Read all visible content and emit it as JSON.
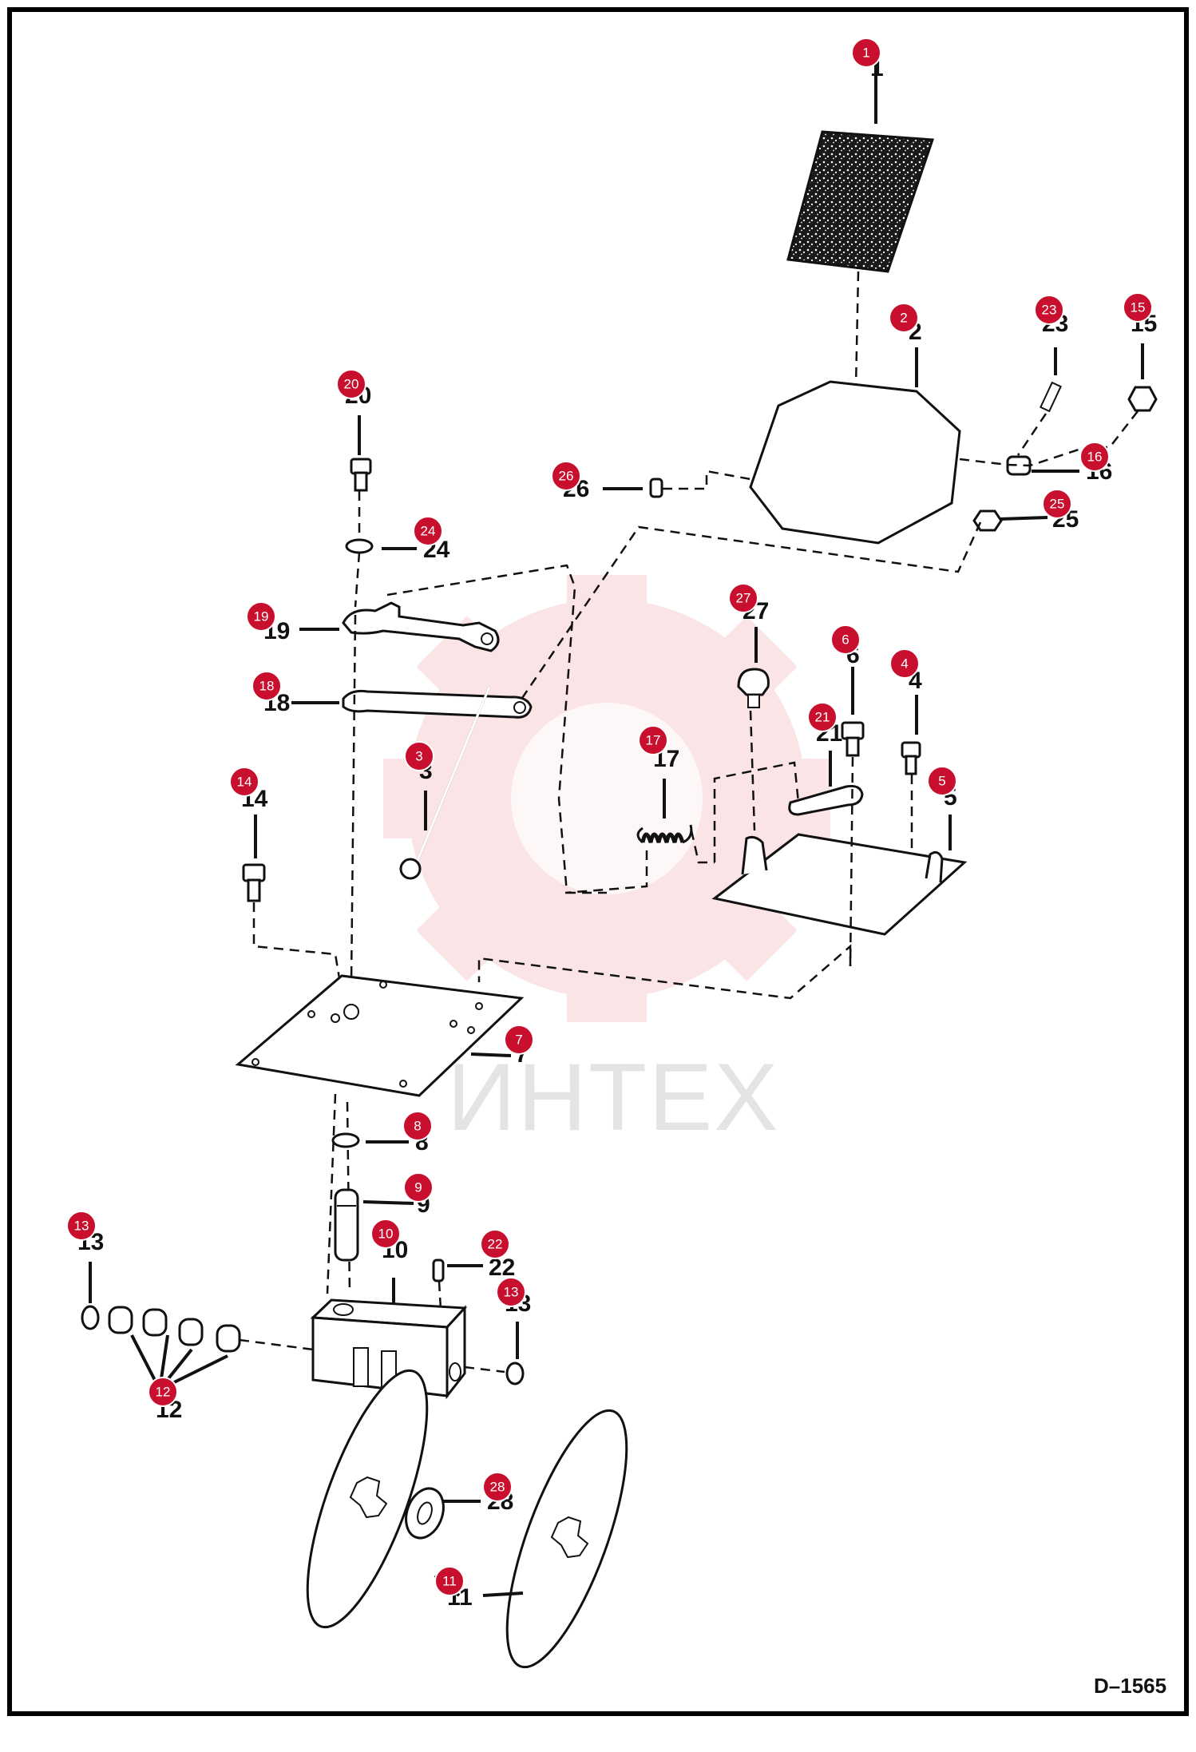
{
  "drawing_code": "D–1565",
  "watermark_text": "ИНТЕХ",
  "colors": {
    "callout": "#c8102e",
    "watermark": "#f2a0a8",
    "line": "#111111"
  },
  "callouts": [
    {
      "id": "c1",
      "label": "1",
      "part": "1"
    },
    {
      "id": "c2",
      "label": "2",
      "part": "2"
    },
    {
      "id": "c3",
      "label": "3",
      "part": "3"
    },
    {
      "id": "c4",
      "label": "4",
      "part": "4"
    },
    {
      "id": "c5",
      "label": "5",
      "part": "5"
    },
    {
      "id": "c6",
      "label": "6",
      "part": "6"
    },
    {
      "id": "c7",
      "label": "7",
      "part": "7"
    },
    {
      "id": "c8",
      "label": "8",
      "part": "8"
    },
    {
      "id": "c9",
      "label": "9",
      "part": "9"
    },
    {
      "id": "c10",
      "label": "10",
      "part": "10"
    },
    {
      "id": "c11",
      "label": "11",
      "part": "11"
    },
    {
      "id": "c12",
      "label": "12",
      "part": "12"
    },
    {
      "id": "c13a",
      "label": "13",
      "part": "13"
    },
    {
      "id": "c13b",
      "label": "13",
      "part": "13"
    },
    {
      "id": "c14",
      "label": "14",
      "part": "14"
    },
    {
      "id": "c15",
      "label": "15",
      "part": "15"
    },
    {
      "id": "c16",
      "label": "16",
      "part": "16"
    },
    {
      "id": "c17",
      "label": "17",
      "part": "17"
    },
    {
      "id": "c18",
      "label": "18",
      "part": "18"
    },
    {
      "id": "c19",
      "label": "19",
      "part": "19"
    },
    {
      "id": "c20",
      "label": "20",
      "part": "20"
    },
    {
      "id": "c21",
      "label": "21",
      "part": "21"
    },
    {
      "id": "c22",
      "label": "22",
      "part": "22"
    },
    {
      "id": "c23",
      "label": "23",
      "part": "23"
    },
    {
      "id": "c24",
      "label": "24",
      "part": "24"
    },
    {
      "id": "c25",
      "label": "25",
      "part": "25"
    },
    {
      "id": "c26",
      "label": "26",
      "part": "26"
    },
    {
      "id": "c27",
      "label": "27",
      "part": "27"
    },
    {
      "id": "c28",
      "label": "28",
      "part": "28"
    }
  ]
}
